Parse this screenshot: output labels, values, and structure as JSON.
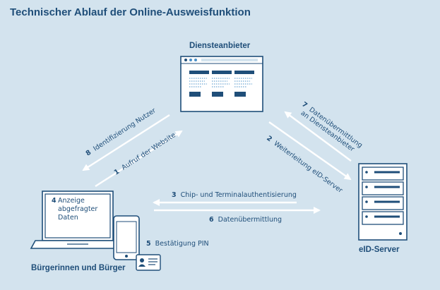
{
  "title": "Technischer Ablauf der Online-Ausweisfunktion",
  "nodes": {
    "diensteanbieter": "Diensteanbieter",
    "eid_server": "eID-Server",
    "buerger": "Bürgerinnen und Bürger"
  },
  "steps": {
    "s1": {
      "num": "1",
      "text": "Aufruf der Website"
    },
    "s2": {
      "num": "2",
      "text": "Weiterleitung eID-Server"
    },
    "s3": {
      "num": "3",
      "text": "Chip- und Terminalauthentisierung"
    },
    "s4": {
      "num": "4",
      "lines": [
        "Anzeige",
        "abgefragter",
        "Daten"
      ]
    },
    "s5": {
      "num": "5",
      "text": "Bestätigung PIN"
    },
    "s6": {
      "num": "6",
      "text": "Datenübermittlung"
    },
    "s7": {
      "num": "7",
      "line1": "Datenübermittlung",
      "line2": "an Diensteanbieter"
    },
    "s8": {
      "num": "8",
      "text": "Identifizierung Nutzer"
    }
  },
  "colors": {
    "background": "#d3e3ee",
    "primary": "#1f4e79",
    "white": "#ffffff",
    "light_blue": "#4a90c8"
  }
}
